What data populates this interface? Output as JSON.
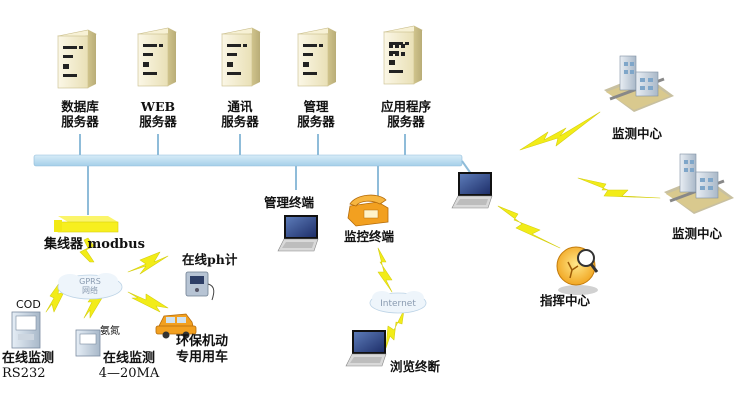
{
  "servers": [
    {
      "line1": "数据库",
      "line2": "服务器"
    },
    {
      "line1": "WEB",
      "line2": "服务器"
    },
    {
      "line1": "通讯",
      "line2": "服务器"
    },
    {
      "line1": "管理",
      "line2": "服务器"
    },
    {
      "line1": "应用程序",
      "line2": "服务器"
    }
  ],
  "concentrator": "集线器 modbus",
  "gprs": {
    "line1": "GPRS",
    "line2": "网络"
  },
  "internet": "Internet",
  "online_ph": "在线ph计",
  "cod": "COD",
  "ammonia": "氨氮",
  "device_rs232": {
    "line1": "在线监测",
    "line2": "RS232"
  },
  "device_4_20ma": {
    "line1": "在线监测",
    "line2": "4—20MA"
  },
  "vehicle": {
    "line1": "环保机动",
    "line2": "专用用车"
  },
  "mgmt_terminal": "管理终端",
  "monitor_terminal": "监控终端",
  "browse_terminal": "浏览终断",
  "command_center": "指挥中心",
  "monitor_center_1": "监测中心",
  "monitor_center_2": "监测中心",
  "colors": {
    "bus": "#b9dcf1",
    "server_light": "#f4efd2",
    "server_dark": "#d9cf9f",
    "lightning": "#f2ec18",
    "hub": "#f7ef1f",
    "command_orange": "#f29a18",
    "vehicle_orange": "#f2a020",
    "building_blue": "#7fa6c9"
  }
}
